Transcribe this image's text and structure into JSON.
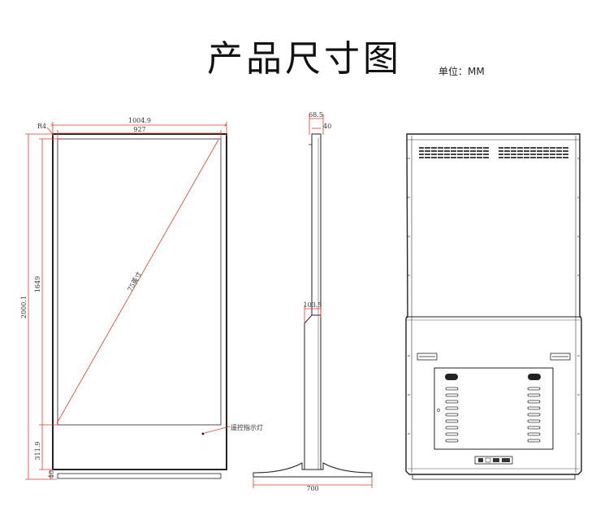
{
  "header": {
    "title": "产品尺寸图",
    "unit": "单位：MM"
  },
  "front_view": {
    "radius": "R4",
    "overall_width": "1004.9",
    "screen_width": "927",
    "overall_height": "2000.1",
    "screen_height": "1649",
    "bottom_section": "311.9",
    "base_height": "40",
    "diagonal": "75英寸",
    "remote_indicator": "遥控指示灯"
  },
  "side_view": {
    "top_depth": "68.5",
    "top_inner": "40",
    "mid_depth": "103.5",
    "base_depth": "700"
  }
}
